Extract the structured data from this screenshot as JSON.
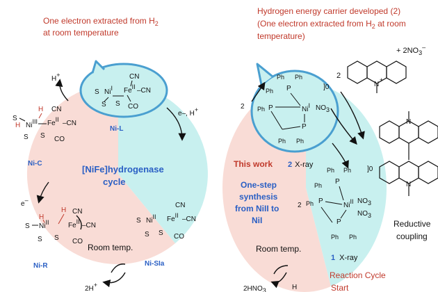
{
  "left": {
    "title_line1": "One electron extracted from H",
    "title_line1_sub": "2",
    "title_line2": "at room temperature",
    "cycle_title_line1": "[NiFe]hydrogenase",
    "cycle_title_line2": "cycle",
    "room_temp": "Room temp.",
    "hplus": "H",
    "hplus_sup": "+",
    "eminus": "e",
    "eminus_sup": "–",
    "e_h_right": "e",
    "e_h_right_rest": "–, H",
    "e_h_right_sup": "+",
    "bottom_2h": "2H",
    "bottom_2h_sup": "+",
    "states": {
      "ni_l": "Ni-L",
      "ni_c": "Ni-C",
      "ni_r": "Ni-R",
      "ni_sia": "Ni-SIa"
    },
    "atoms": {
      "cn": "CN",
      "co": "CO",
      "dash_cn": "–CN",
      "s": "S",
      "h": "H",
      "ni1": "Ni",
      "ni1_sup": "I",
      "ni3": "Ni",
      "ni3_sup": "III",
      "ni2": "Ni",
      "ni2_sup": "II",
      "fe2": "Fe",
      "fe2_sup": "II"
    }
  },
  "right": {
    "title_line1": "Hydrogen energy carrier developed (2)",
    "title_line2": "(One electron extracted from H",
    "title_line2_sub": "2",
    "title_line2_end": " at room",
    "title_line3": "temperature)",
    "this_work": "This work",
    "label_2": "2",
    "xray": "X-ray",
    "label_1": "1",
    "one_step_line1": "One-step",
    "one_step_line2": "synthesis",
    "one_step_line3": "from NiII to",
    "one_step_line4": "NiI",
    "room_temp": "Room temp.",
    "reductive_line1": "Reductive",
    "reductive_line2": "coupling",
    "reaction_cycle_line1": "Reaction Cycle",
    "reaction_cycle_line2": "Start",
    "plus_no3": "+ 2NO",
    "plus_no3_sub": "3",
    "plus_no3_sup": "–",
    "coef_2": "2",
    "ph": "Ph",
    "p": "P",
    "ni_i": "Ni",
    "ni_i_sup": "I",
    "ni_ii": "Ni",
    "ni_ii_sup": "II",
    "no3": "NO",
    "no3_sub": "3",
    "bracket_0": "]0",
    "n": "N",
    "nplus": "+",
    "bottom_hno3": "2HNO",
    "bottom_hno3_sub": "3",
    "bottom_h": "H"
  },
  "colors": {
    "pink": "#f9dcd6",
    "cyan": "#c8f0ef",
    "blue": "#2a5fc4",
    "red": "#c0392b",
    "ring": "#4a9fd0"
  }
}
